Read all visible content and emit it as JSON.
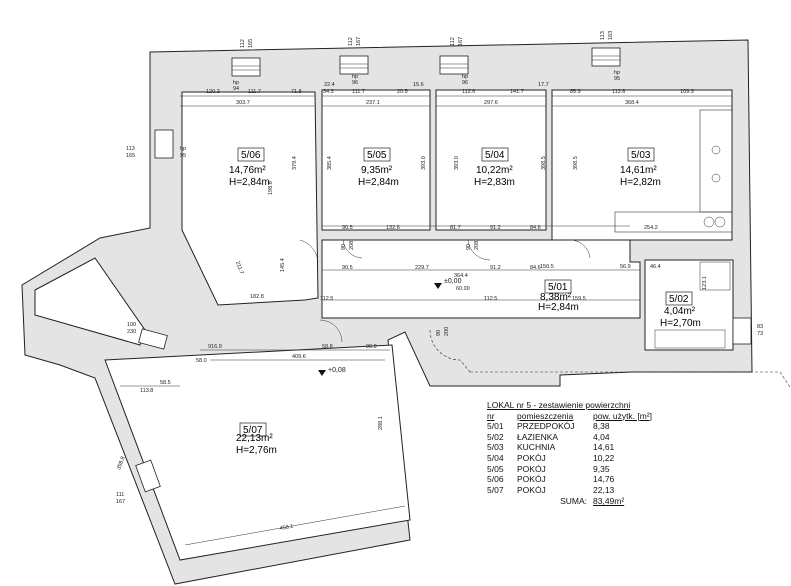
{
  "rooms": [
    {
      "id": "r506",
      "number": "5/06",
      "area": "14,76m²",
      "height": "H=2,84m"
    },
    {
      "id": "r505",
      "number": "5/05",
      "area": "9,35m²",
      "height": "H=2,84m"
    },
    {
      "id": "r504",
      "number": "5/04",
      "area": "10,22m²",
      "height": "H=2,83m"
    },
    {
      "id": "r503",
      "number": "5/03",
      "area": "14,61m²",
      "height": "H=2,82m"
    },
    {
      "id": "r501",
      "number": "5/01",
      "area": "8,38m²",
      "height": "H=2,84m"
    },
    {
      "id": "r502",
      "number": "5/02",
      "area": "4,04m²",
      "height": "H=2,70m"
    },
    {
      "id": "r507",
      "number": "5/07",
      "area": "22,13m²",
      "height": "H=2,76m"
    }
  ],
  "levels": {
    "entrance": "±0,00",
    "room507": "+0,08"
  },
  "dimensions": {
    "window_top_1": [
      "112",
      "165"
    ],
    "window_top_2": [
      "112",
      "167"
    ],
    "window_top_3": [
      "112",
      "167"
    ],
    "window_top_4": [
      "113",
      "163"
    ],
    "window_left": [
      "113",
      "165"
    ],
    "window_left_2": [
      "100",
      "230"
    ],
    "window_right": [
      "83",
      "73"
    ],
    "window_bottom": [
      "111",
      "167"
    ],
    "sill_1": [
      "hp",
      "94"
    ],
    "sill_2": [
      "hp",
      "95"
    ],
    "sill_3": [
      "hp",
      "96"
    ],
    "sill_4": [
      "hp",
      "96"
    ],
    "sill_5": [
      "hp",
      "95"
    ],
    "d_1": "120.2",
    "d_2": "111.7",
    "d_3": "71.8",
    "d_4": "303.7",
    "d_5": "22.4",
    "d_6": "34.3",
    "d_7": "111.7",
    "d_8": "20.5",
    "d_9": "15.6",
    "d_10": "237.1",
    "d_11": "112.6",
    "d_12": "141.7",
    "d_13": "17.7",
    "d_14": "297.6",
    "d_15": "85.9",
    "d_16": "112.6",
    "d_17": "109.9",
    "d_18": "368.4",
    "d_19": "379.4",
    "d_20": "385.4",
    "d_21": "393.0",
    "d_22": "398.5",
    "d_23": "90.5",
    "d_24": "132.6",
    "d_25": "81.7",
    "d_26": "91.2",
    "d_27": "84.6",
    "d_28": "254.2",
    "d_29": "229.7",
    "d_30": "364.4",
    "d_31": "60.00",
    "d_32": "112.5",
    "d_33": "159.5",
    "d_34": "182.8",
    "d_35": "211.7",
    "d_36": "145.4",
    "d_37": "916.9",
    "d_38": "58.8",
    "d_39": "90.9",
    "d_40": "409.6",
    "d_41": "398.8",
    "d_42": "458.1",
    "d_43": "113.8",
    "d_44": "58.0",
    "d_45": "58.5",
    "d_46": "90",
    "d_47": "200",
    "d_48": "208",
    "d_49": "198.8",
    "d_50": "288.1",
    "d_51": "56.9",
    "d_52": "46.4",
    "d_53": "123.1",
    "d_54": "150.5"
  },
  "schedule": {
    "title": "LOKAL nr 5 - zestawienie powierzchni",
    "headers": [
      "nr",
      "pomieszczenia",
      "pow. użytk. [m²]"
    ],
    "rows": [
      {
        "nr": "5/01",
        "name": "PRZEDPOKÓJ",
        "area": "8,38"
      },
      {
        "nr": "5/02",
        "name": "ŁAZIENKA",
        "area": "4,04"
      },
      {
        "nr": "5/03",
        "name": "KUCHNIA",
        "area": "14,61"
      },
      {
        "nr": "5/04",
        "name": "POKÓJ",
        "area": "10,22"
      },
      {
        "nr": "5/05",
        "name": "POKÓJ",
        "area": "9,35"
      },
      {
        "nr": "5/06",
        "name": "POKÓJ",
        "area": "14,76"
      },
      {
        "nr": "5/07",
        "name": "POKÓJ",
        "area": "22,13"
      }
    ],
    "sum_label": "SUMA:",
    "sum_value": "83,49m²"
  }
}
